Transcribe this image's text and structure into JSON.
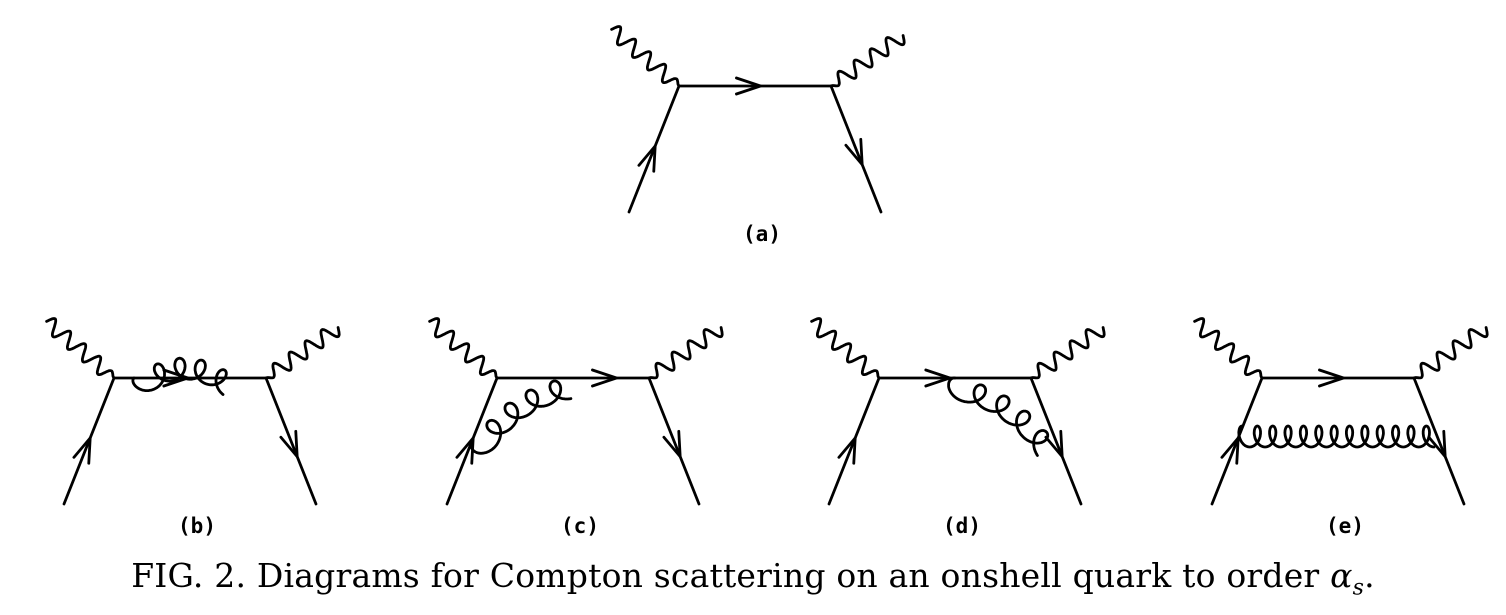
{
  "figure": {
    "diagrams": [
      {
        "label": "(a)",
        "loop": "none"
      },
      {
        "label": "(b)",
        "loop": "self-energy"
      },
      {
        "label": "(c)",
        "loop": "vertex-left"
      },
      {
        "label": "(d)",
        "loop": "vertex-right"
      },
      {
        "label": "(e)",
        "loop": "box"
      }
    ],
    "caption": {
      "text": "FIG. 2. Diagrams for Compton scattering on an onshell quark to order",
      "symbol": "α",
      "subscript": "s",
      "end": "."
    }
  }
}
